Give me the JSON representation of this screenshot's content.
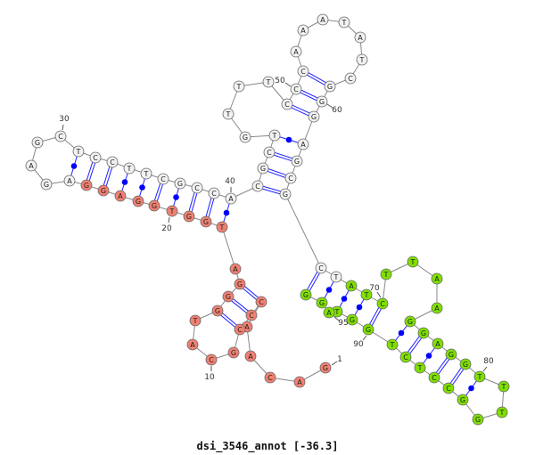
{
  "title": "dsi_3546_annot [-36.3]",
  "sequence": "GACAACCCGCATGGGATGGTGGAGGAGAGCTCCTTCGCCACGCTGTTTCCCAAATATCGGGAGCGCTATCTTAAGGAGGTTTGGCCTCTGGTAGG",
  "colors": {
    "red": "#f08072",
    "white": "#f2f2f2",
    "green": "#7fe000",
    "pair": "#2020ff",
    "backbone": "#888888"
  },
  "regions": [
    {
      "from": 1,
      "to": 25,
      "color": "red"
    },
    {
      "from": 26,
      "to": 67,
      "color": "white"
    },
    {
      "from": 68,
      "to": 95,
      "color": "green"
    }
  ],
  "pairs": [
    [
      26,
      31,
      "wobble"
    ],
    [
      25,
      32,
      "wc"
    ],
    [
      24,
      33,
      "wc"
    ],
    [
      23,
      34,
      "wobble"
    ],
    [
      22,
      35,
      "wobble"
    ],
    [
      21,
      36,
      "wc"
    ],
    [
      20,
      37,
      "wobble"
    ],
    [
      19,
      38,
      "wc"
    ],
    [
      18,
      39,
      "wc"
    ],
    [
      17,
      40,
      "wobble"
    ],
    [
      41,
      65,
      "wc"
    ],
    [
      42,
      64,
      "wc"
    ],
    [
      43,
      63,
      "wc"
    ],
    [
      44,
      62,
      "wobble"
    ],
    [
      49,
      61,
      "wc"
    ],
    [
      50,
      60,
      "wc"
    ],
    [
      51,
      59,
      "wc"
    ],
    [
      13,
      8,
      "wc"
    ],
    [
      14,
      7,
      "wc"
    ],
    [
      15,
      6,
      "wc"
    ],
    [
      66,
      95,
      "wc"
    ],
    [
      67,
      94,
      "wobble"
    ],
    [
      68,
      92,
      "wobble"
    ],
    [
      69,
      91,
      "wobble"
    ],
    [
      70,
      90,
      "wc"
    ],
    [
      75,
      89,
      "wobble"
    ],
    [
      76,
      88,
      "wc"
    ],
    [
      77,
      87,
      "wobble"
    ],
    [
      78,
      86,
      "wc"
    ],
    [
      79,
      85,
      "wc"
    ],
    [
      80,
      84,
      "wobble"
    ]
  ],
  "position_labels": [
    {
      "index": 1,
      "text": "1"
    },
    {
      "index": 10,
      "text": "10"
    },
    {
      "index": 20,
      "text": "20"
    },
    {
      "index": 30,
      "text": "30"
    },
    {
      "index": 40,
      "text": "40"
    },
    {
      "index": 50,
      "text": "50"
    },
    {
      "index": 60,
      "text": "60"
    },
    {
      "index": 70,
      "text": "70"
    },
    {
      "index": 80,
      "text": "80"
    },
    {
      "index": 90,
      "text": "90"
    },
    {
      "index": 95,
      "text": "95"
    }
  ]
}
